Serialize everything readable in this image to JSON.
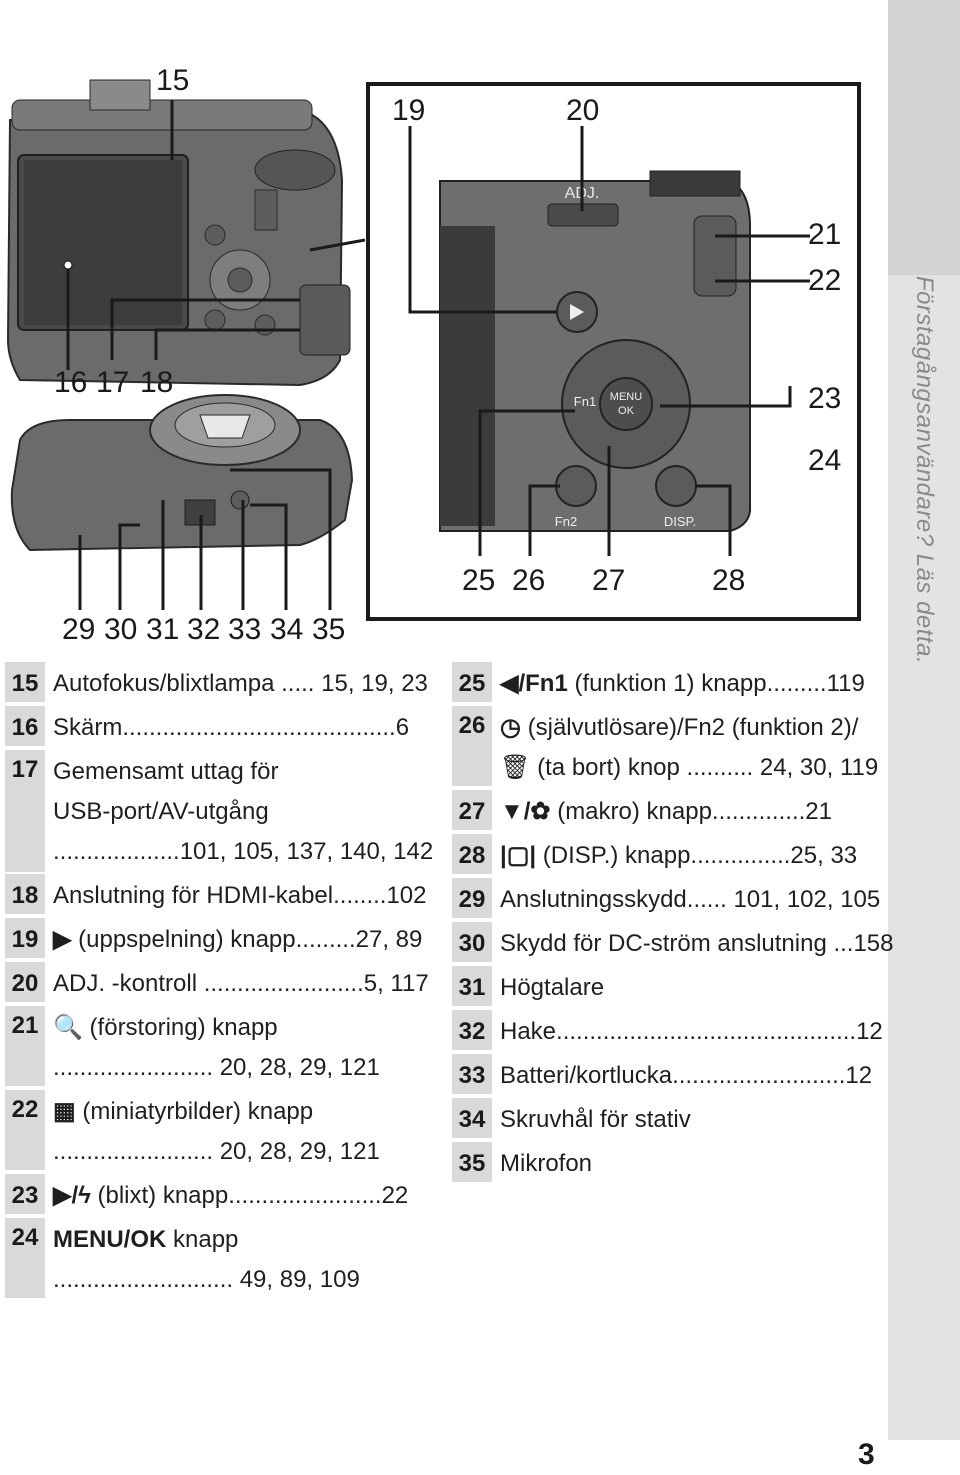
{
  "side_tab": {
    "label": "Förstagångsanvändare? Läs detta."
  },
  "page_number": "3",
  "callouts": {
    "c15": "15",
    "c16": "16",
    "c17": "17",
    "c18": "18",
    "c19": "19",
    "c20": "20",
    "c21": "21",
    "c22": "22",
    "c23": "23",
    "c24": "24",
    "c25": "25",
    "c26": "26",
    "c27": "27",
    "c28": "28",
    "c29": "29",
    "c30": "30",
    "c31": "31",
    "c32": "32",
    "c33": "33",
    "c34": "34",
    "c35": "35"
  },
  "camera_labels": {
    "adj": "ADJ.",
    "fn1": "Fn1",
    "fn2": "Fn2",
    "menu": "MENU",
    "ok": "OK",
    "disp": "DISP."
  },
  "left_list": [
    {
      "num": "15",
      "lines": [
        "Autofokus/blixtlampa ..... 15, 19, 23"
      ]
    },
    {
      "num": "16",
      "lines": [
        "Skärm.........................................6"
      ]
    },
    {
      "num": "17",
      "lines": [
        "Gemensamt uttag för",
        "USB-port/AV-utgång",
        "...................101, 105, 137, 140, 142"
      ]
    },
    {
      "num": "18",
      "lines": [
        "Anslutning för HDMI-kabel........102"
      ]
    },
    {
      "num": "19",
      "icon": "▶",
      "lines": [
        " (uppspelning) knapp.........27, 89"
      ]
    },
    {
      "num": "20",
      "lines": [
        "ADJ. -kontroll ........................5, 117"
      ]
    },
    {
      "num": "21",
      "icon": "🔍",
      "lines": [
        " (förstoring) knapp",
        "........................ 20, 28, 29, 121"
      ]
    },
    {
      "num": "22",
      "icon": "▦",
      "lines": [
        " (miniatyrbilder) knapp",
        "........................ 20, 28, 29, 121"
      ]
    },
    {
      "num": "23",
      "icon": "▶/ϟ",
      "lines": [
        " (blixt) knapp.......................22"
      ]
    },
    {
      "num": "24",
      "icon": "MENU/OK",
      "lines": [
        " knapp",
        "........................... 49, 89, 109"
      ]
    }
  ],
  "right_list": [
    {
      "num": "25",
      "icon": "◀/Fn1",
      "lines": [
        " (funktion 1) knapp.........119"
      ]
    },
    {
      "num": "26",
      "icon": "◷",
      "lines": [
        " (självutlösare)/Fn2 (funktion 2)/",
        "🗑 (ta bort) knop .......... 24, 30, 119"
      ]
    },
    {
      "num": "27",
      "icon": "▼/✿",
      "lines": [
        " (makro) knapp..............21"
      ]
    },
    {
      "num": "28",
      "icon": "|▢|",
      "lines": [
        " (DISP.) knapp...............25, 33"
      ]
    },
    {
      "num": "29",
      "lines": [
        "Anslutningsskydd...... 101, 102, 105"
      ]
    },
    {
      "num": "30",
      "lines": [
        "Skydd för DC-ström anslutning ...158"
      ]
    },
    {
      "num": "31",
      "lines": [
        "Högtalare"
      ]
    },
    {
      "num": "32",
      "lines": [
        "Hake.............................................12"
      ]
    },
    {
      "num": "33",
      "lines": [
        "Batteri/kortlucka..........................12"
      ]
    },
    {
      "num": "34",
      "lines": [
        "Skruvhål för stativ"
      ]
    },
    {
      "num": "35",
      "lines": [
        "Mikrofon"
      ]
    }
  ]
}
